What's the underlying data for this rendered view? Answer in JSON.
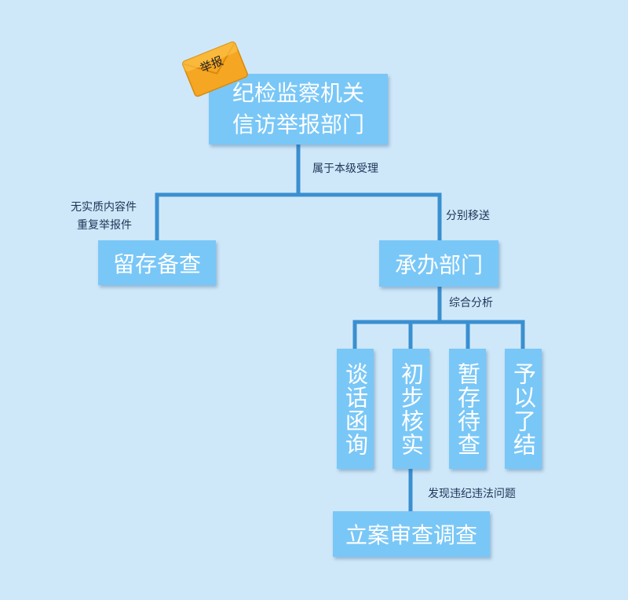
{
  "nodes": {
    "root_line1": "纪检监察机关",
    "root_line2": "信访举报部门",
    "archive": "留存备查",
    "handling": "承办部门",
    "talk": "谈话函询",
    "verify": "初步核实",
    "hold": "暂存待查",
    "close": "予以了结",
    "case": "立案审查调查"
  },
  "edges": {
    "level_accept": "属于本级受理",
    "no_content_line1": "无实质内容件",
    "no_content_line2": "重复举报件",
    "transfer": "分别移送",
    "analysis": "综合分析",
    "violation": "发现违纪违法问题"
  },
  "badge": {
    "text": "举报"
  },
  "colors": {
    "background": "#cfe8f9",
    "node_fill": "#79c7f7",
    "connector": "#3a8fd0",
    "envelope": "#f5a623"
  },
  "icons": {
    "badge": "envelope-icon"
  }
}
